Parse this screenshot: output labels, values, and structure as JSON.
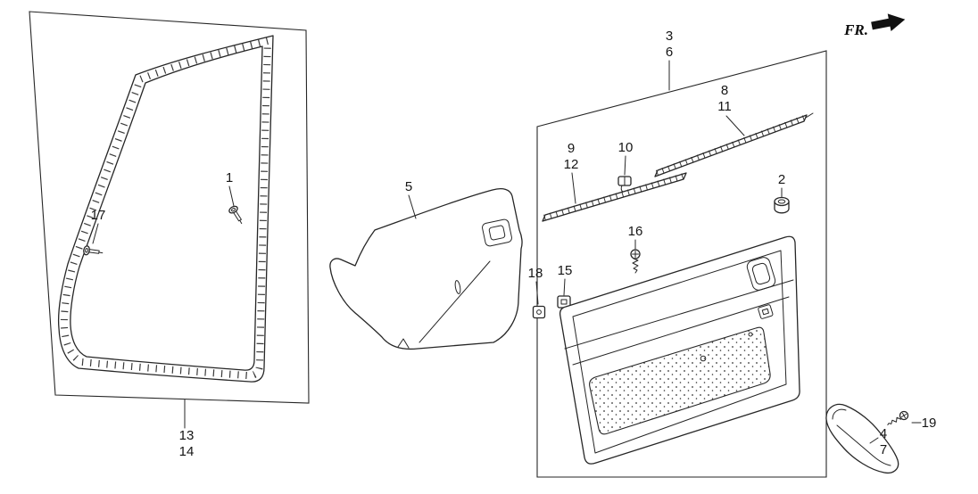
{
  "diagram": {
    "background": "#ffffff",
    "line_color": "#262626",
    "fr_indicator": {
      "label": "FR.",
      "icon": "right-arrow"
    },
    "callouts": {
      "n1": "1",
      "n2": "2",
      "n3": "3",
      "n4": "4",
      "n5": "5",
      "n6": "6",
      "n7": "7",
      "n8": "8",
      "n9": "9",
      "n10": "10",
      "n11": "11",
      "n12": "12",
      "n13": "13",
      "n14": "14",
      "n15": "15",
      "n16": "16",
      "n17": "17",
      "n18": "18",
      "n19": "19"
    }
  }
}
